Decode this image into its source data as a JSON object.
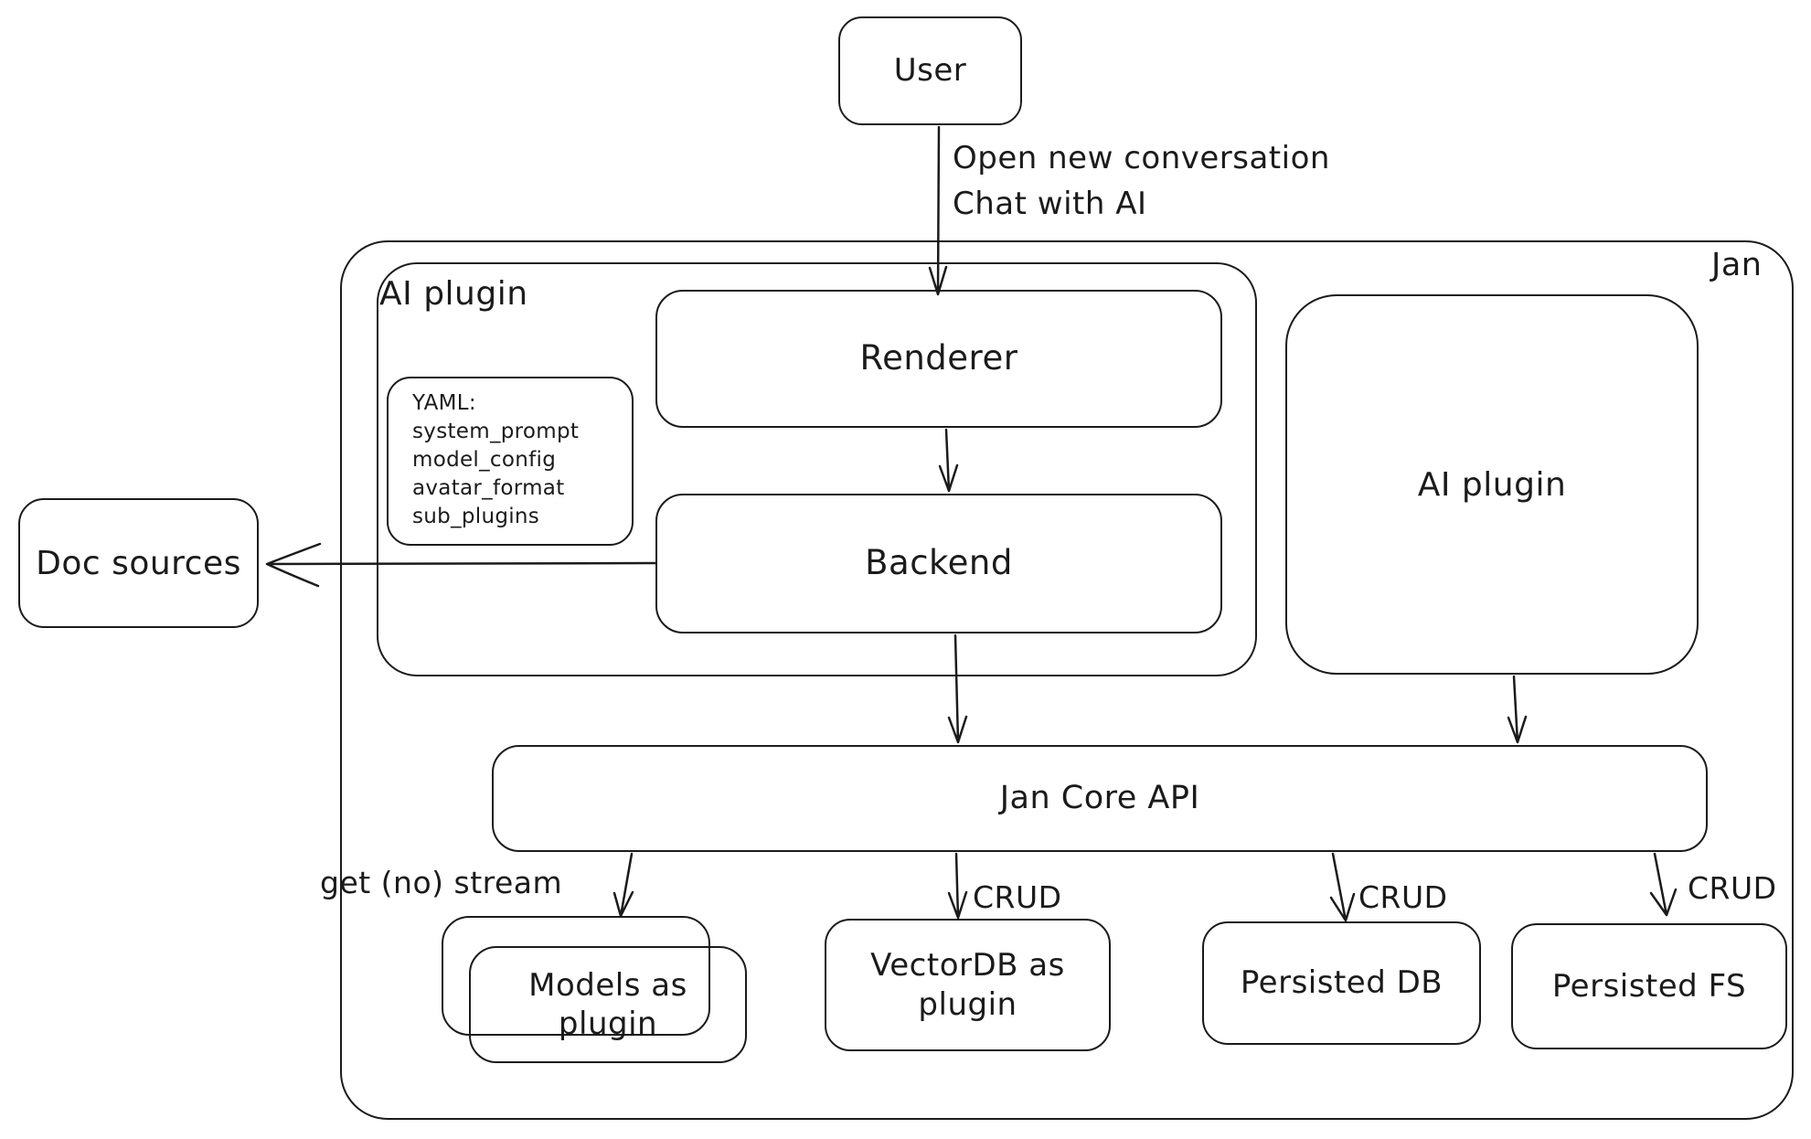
{
  "nodes": {
    "user": {
      "label": "User"
    },
    "jan": {
      "label": "Jan"
    },
    "ai_plugin_left": {
      "label": "AI plugin"
    },
    "yaml_note": {
      "lines": [
        "YAML:",
        "system_prompt",
        "model_config",
        "avatar_format",
        "sub_plugins"
      ]
    },
    "renderer": {
      "label": "Renderer"
    },
    "backend": {
      "label": "Backend"
    },
    "ai_plugin_right": {
      "label": "AI plugin"
    },
    "doc_sources": {
      "label": "Doc sources"
    },
    "jan_core_api": {
      "label": "Jan Core API"
    },
    "models_as_plugin": {
      "label": "Models as plugin"
    },
    "vectordb_as_plugin": {
      "label": "VectorDB as plugin"
    },
    "persisted_db": {
      "label": "Persisted DB"
    },
    "persisted_fs": {
      "label": "Persisted FS"
    }
  },
  "edge_labels": {
    "user_action_line1": "Open new conversation",
    "user_action_line2": "Chat with AI",
    "models_stream": "get (no) stream",
    "vectordb_crud": "CRUD",
    "persisted_db_crud": "CRUD",
    "persisted_fs_crud": "CRUD"
  },
  "colors": {
    "stroke": "#1b1b1b",
    "background": "#ffffff"
  }
}
